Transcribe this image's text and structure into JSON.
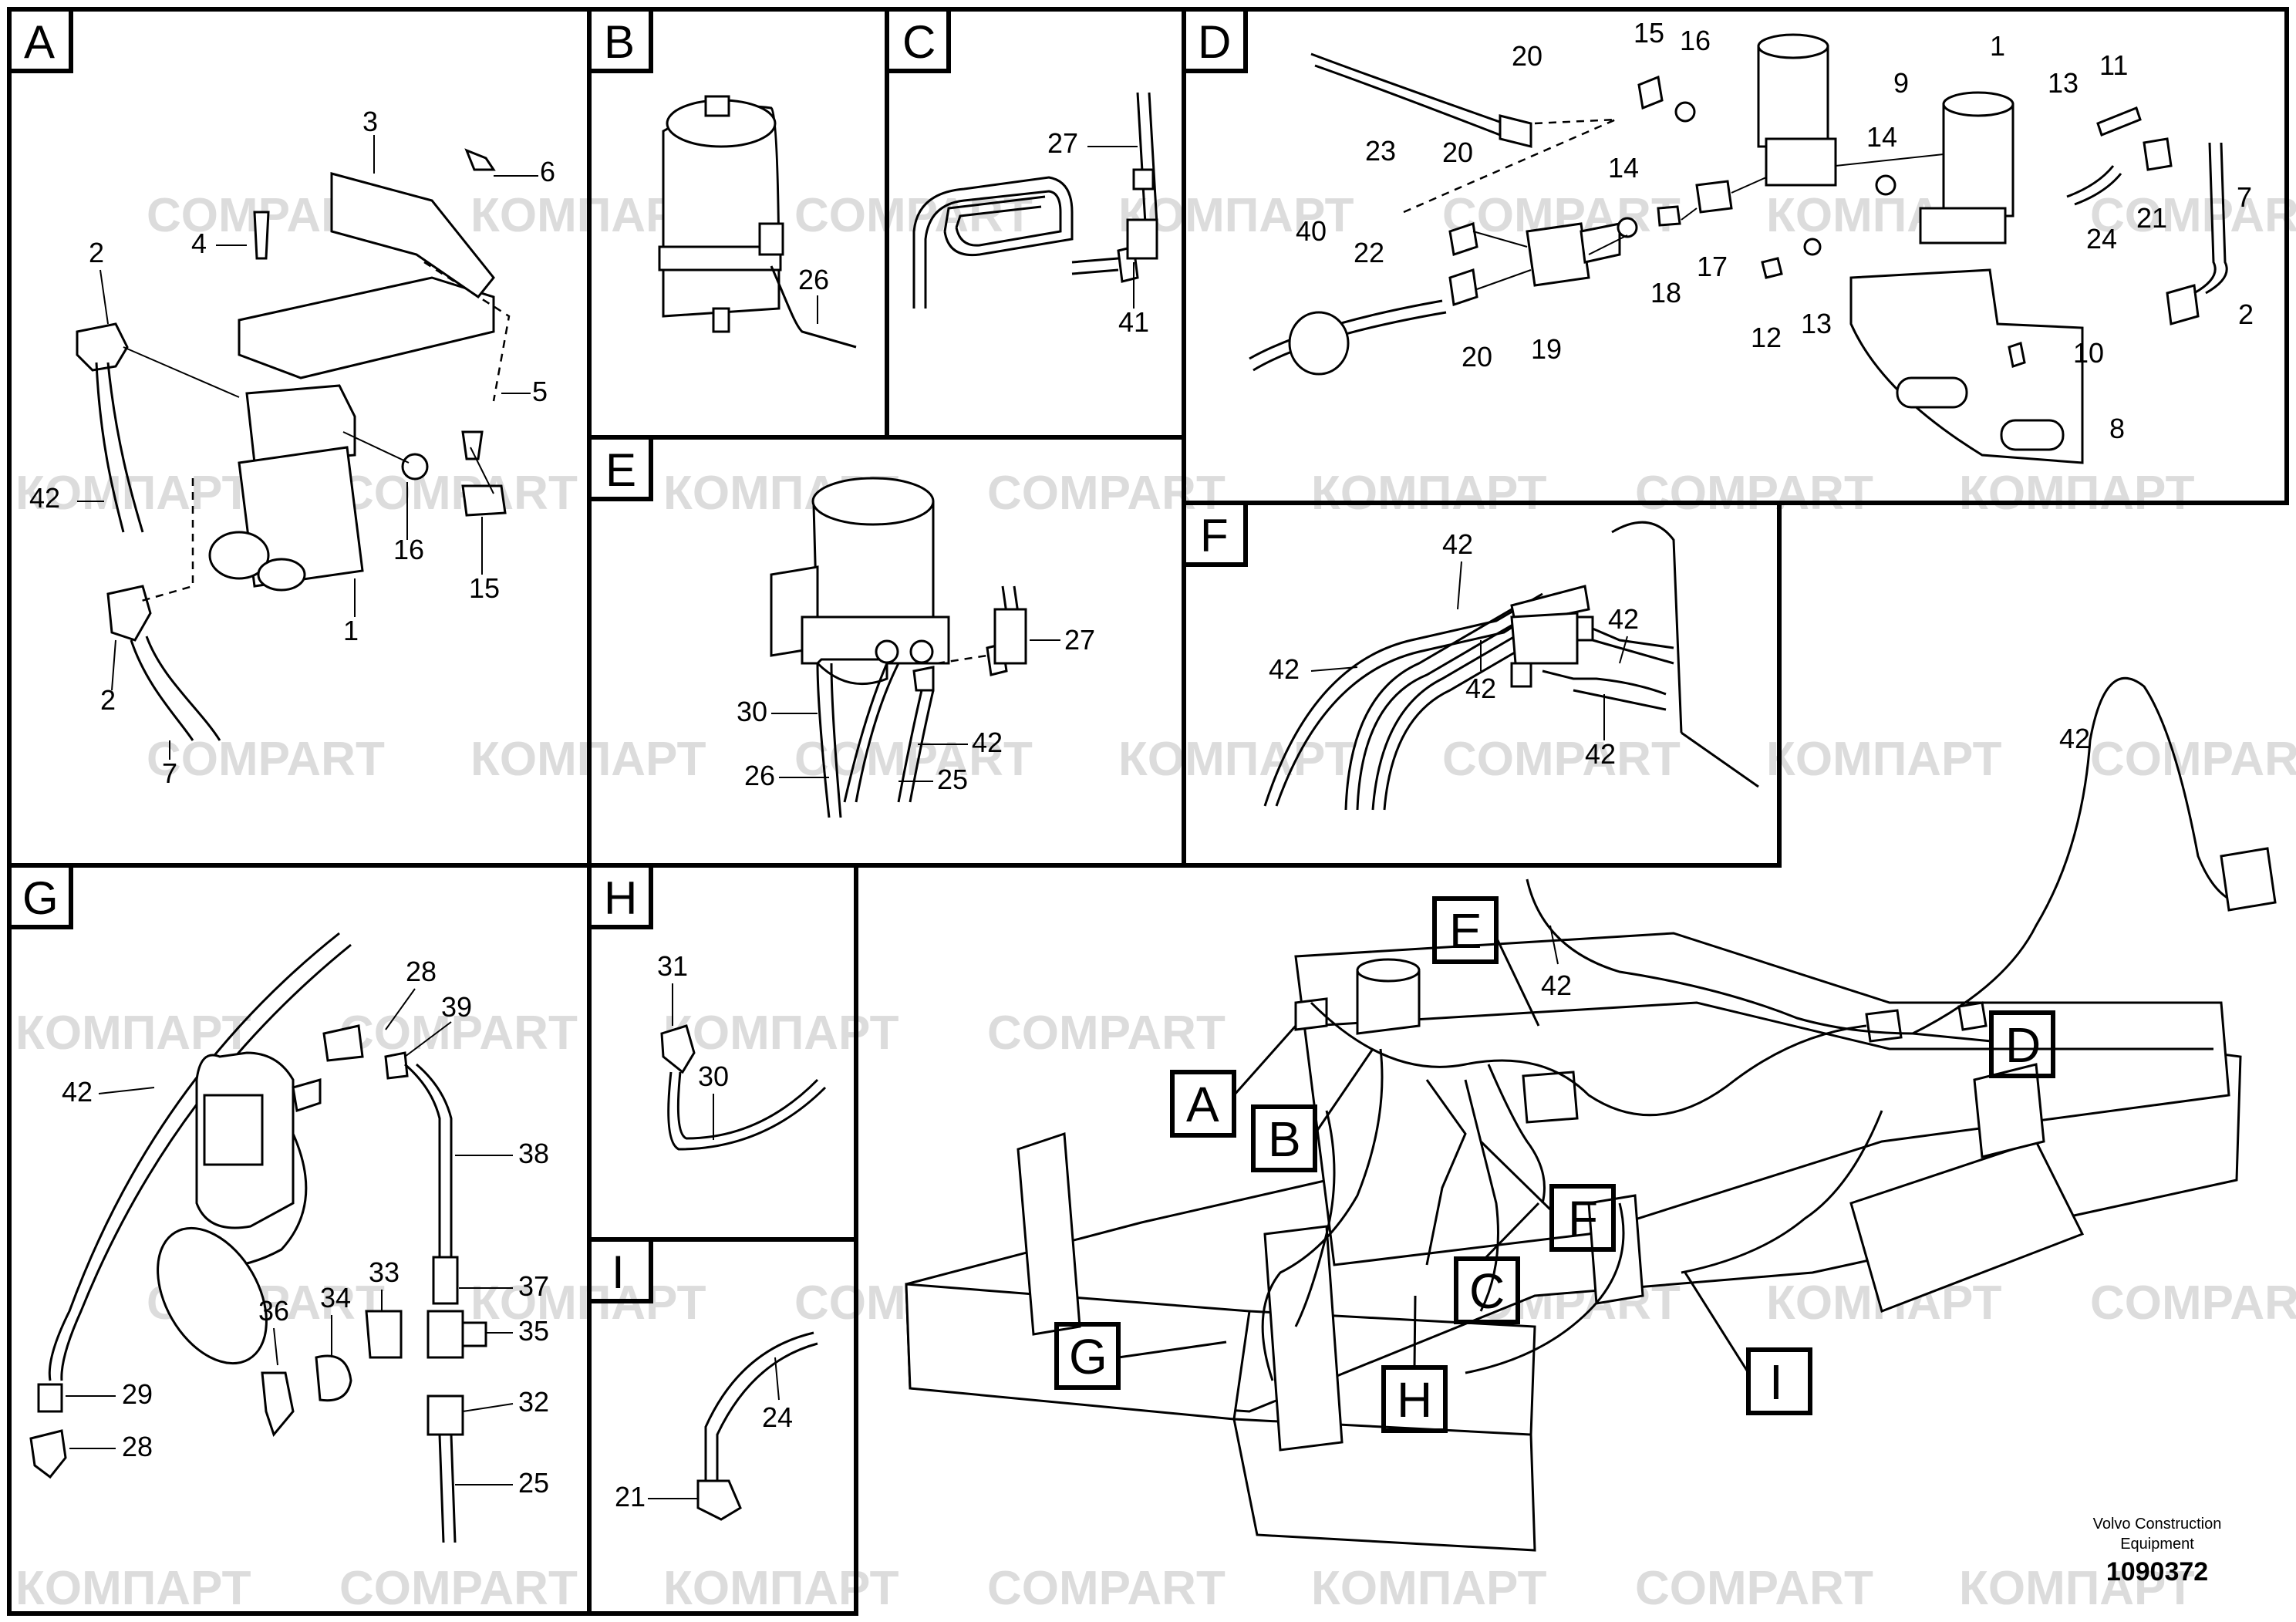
{
  "panels": [
    {
      "id": "A",
      "label": "A",
      "callouts": [
        "3",
        "6",
        "4",
        "2",
        "5",
        "42",
        "16",
        "15",
        "1",
        "2",
        "7"
      ]
    },
    {
      "id": "B",
      "label": "B",
      "callouts": [
        "26"
      ]
    },
    {
      "id": "C",
      "label": "C",
      "callouts": [
        "27",
        "41"
      ]
    },
    {
      "id": "D",
      "label": "D",
      "callouts": [
        "20",
        "15",
        "16",
        "9",
        "1",
        "13",
        "11",
        "23",
        "20",
        "14",
        "14",
        "21",
        "7",
        "40",
        "22",
        "18",
        "17",
        "12",
        "13",
        "24",
        "20",
        "19",
        "10",
        "2",
        "8"
      ]
    },
    {
      "id": "E",
      "label": "E",
      "callouts": [
        "27",
        "30",
        "42",
        "26",
        "25"
      ]
    },
    {
      "id": "F",
      "label": "F",
      "callouts": [
        "42",
        "42",
        "42",
        "42",
        "42"
      ]
    },
    {
      "id": "G",
      "label": "G",
      "callouts": [
        "28",
        "39",
        "42",
        "38",
        "37",
        "36",
        "34",
        "33",
        "35",
        "29",
        "32",
        "28",
        "25"
      ]
    },
    {
      "id": "H",
      "label": "H",
      "callouts": [
        "31",
        "30"
      ]
    },
    {
      "id": "I",
      "label": "I",
      "callouts": [
        "24",
        "21"
      ]
    }
  ],
  "overview": {
    "callouts": [
      "42",
      "42"
    ],
    "area_labels": [
      "E",
      "A",
      "B",
      "F",
      "C",
      "D",
      "G",
      "H",
      "I"
    ]
  },
  "watermark": {
    "text_latin": "COMPART",
    "text_cyrillic": "КОМПАРТ"
  },
  "footer": {
    "company": "Volvo Construction Equipment",
    "part_number": "1090372"
  },
  "colors": {
    "line": "#000000",
    "watermark": "#d9d9d9",
    "background": "#ffffff"
  }
}
